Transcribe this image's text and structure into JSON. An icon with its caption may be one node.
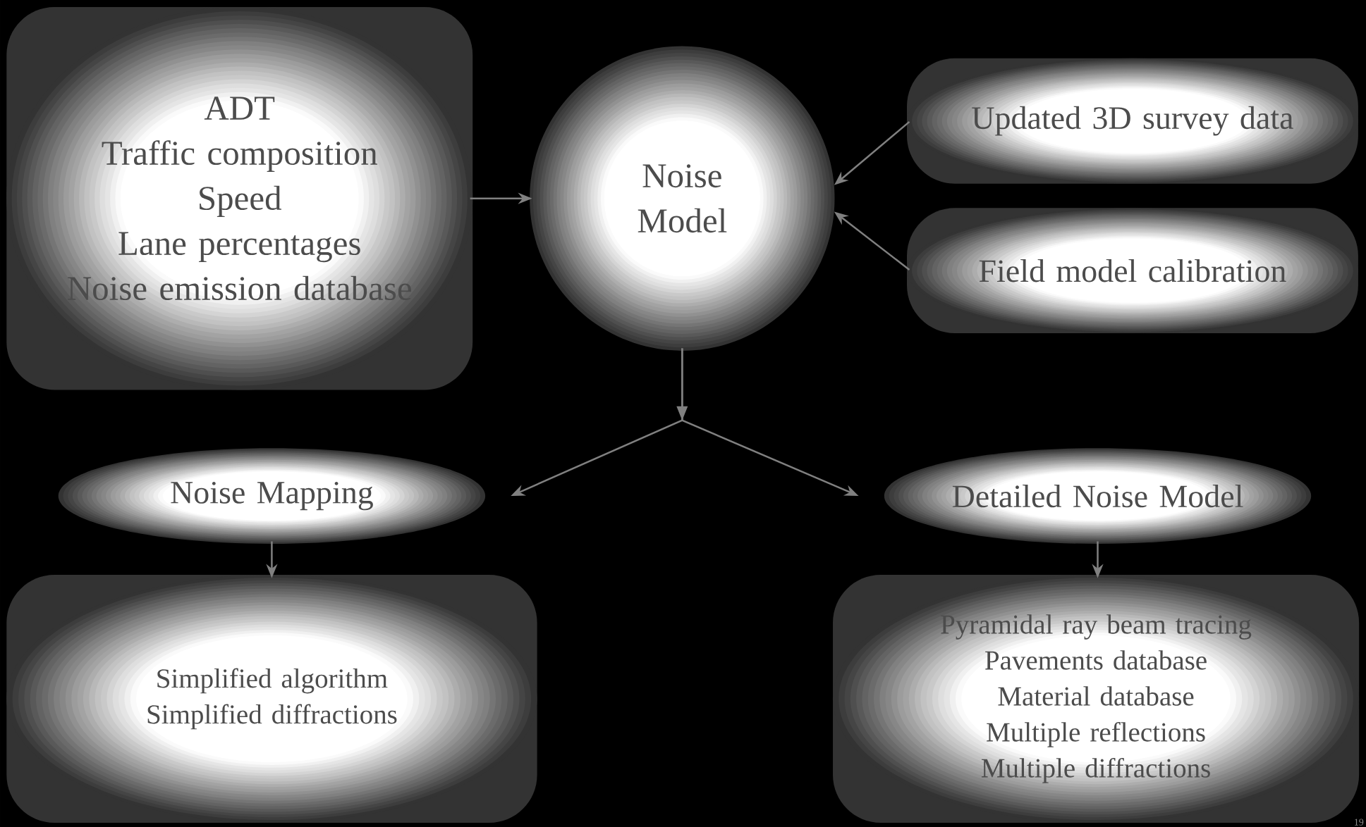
{
  "diagram": {
    "nodes": [
      {
        "text": [
          "ADT",
          "Traffic composition",
          "Speed",
          "Lane percentages",
          "Noise emission database"
        ]
      },
      {
        "text": [
          "Noise Model"
        ]
      },
      {
        "text": [
          "Updated 3D survey data"
        ]
      },
      {
        "text": [
          "Field model calibration"
        ]
      },
      {
        "text": [
          "Noise Mapping"
        ]
      },
      {
        "text": [
          "Detailed Noise Model"
        ]
      },
      {
        "text": [
          "Simplified algorithm",
          "Simplified diffractions"
        ]
      },
      {
        "text": [
          "Pyramidal ray beam tracing",
          "Pavements database",
          "Material database",
          "Multiple reflections",
          "Multiple diffractions"
        ]
      }
    ],
    "edges": [
      {
        "from": 0,
        "to": 1,
        "arrow": "to"
      },
      {
        "from": 2,
        "to": 1,
        "arrow": "to"
      },
      {
        "from": 3,
        "to": 1,
        "arrow": "to"
      },
      {
        "from": 1,
        "to": 4,
        "arrow": "to"
      },
      {
        "from": 1,
        "to": 5,
        "arrow": "to"
      },
      {
        "from": 4,
        "to": 6,
        "arrow": "to"
      },
      {
        "from": 5,
        "to": 7,
        "arrow": "to"
      }
    ],
    "labels": [
      "19"
    ]
  }
}
